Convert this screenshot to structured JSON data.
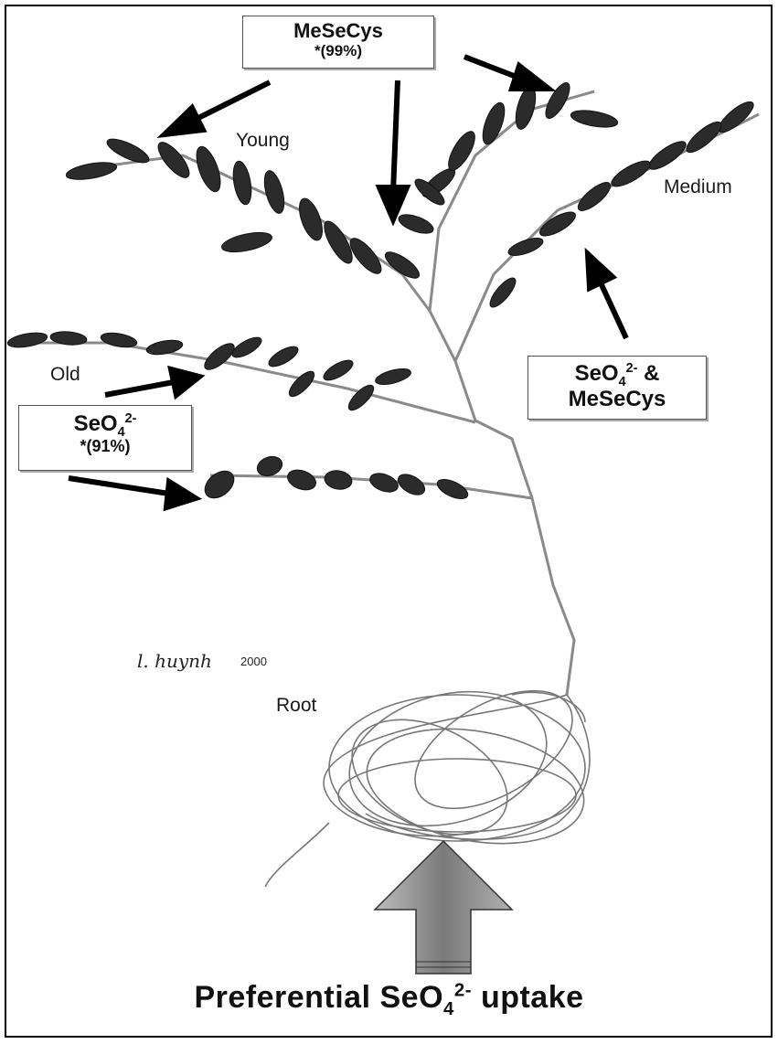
{
  "figure": {
    "labels": {
      "young": "Young",
      "medium": "Medium",
      "old": "Old",
      "root": "Root"
    },
    "boxes": {
      "top": {
        "line1": "MeSeCys",
        "line2": "*(99%)"
      },
      "right": {
        "line1_prefix": "SeO",
        "sub": "4",
        "sup": "2-",
        "line1_suffix": " &",
        "line2": "MeSeCys"
      },
      "left": {
        "line1_prefix": "SeO",
        "sub": "4",
        "sup": "2-",
        "line2": "*(91%)"
      }
    },
    "caption": {
      "prefix": "Preferential SeO",
      "sub": "4",
      "sup": "2-",
      "suffix": " uptake"
    },
    "signature": {
      "name": "l. huynh",
      "year": "2000"
    },
    "colors": {
      "leaf": "#2b2b2b",
      "stem": "#8a8a8a",
      "arrow": "#000000",
      "uptake_arrow": "#9a9a9a"
    }
  }
}
